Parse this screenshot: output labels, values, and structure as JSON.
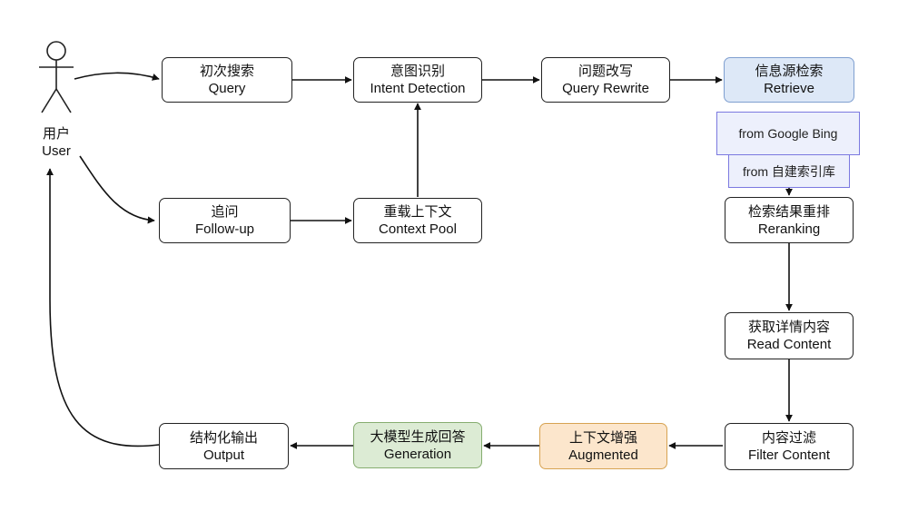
{
  "user": {
    "zh": "用户",
    "en": "User"
  },
  "nodes": {
    "query": {
      "zh": "初次搜索",
      "en": "Query"
    },
    "intent": {
      "zh": "意图识别",
      "en": "Intent Detection"
    },
    "rewrite": {
      "zh": "问题改写",
      "en": "Query Rewrite"
    },
    "retrieve": {
      "zh": "信息源检索",
      "en": "Retrieve"
    },
    "followup": {
      "zh": "追问",
      "en": "Follow-up"
    },
    "context": {
      "zh": "重载上下文",
      "en": "Context Pool"
    },
    "rerank": {
      "zh": "检索结果重排",
      "en": "Reranking"
    },
    "read": {
      "zh": "获取详情内容",
      "en": "Read Content"
    },
    "filter": {
      "zh": "内容过滤",
      "en": "Filter Content"
    },
    "augment": {
      "zh": "上下文增强",
      "en": "Augmented"
    },
    "generation": {
      "zh": "大模型生成回答",
      "en": "Generation"
    },
    "output": {
      "zh": "结构化输出",
      "en": "Output"
    }
  },
  "sources": {
    "google": "from Google Bing",
    "self_index": "from 自建索引库"
  },
  "colors": {
    "retrieve_fill": "#dde8f7",
    "source_fill": "#edf0fc",
    "augment_fill": "#fce6cc",
    "generation_fill": "#dcebd4"
  }
}
